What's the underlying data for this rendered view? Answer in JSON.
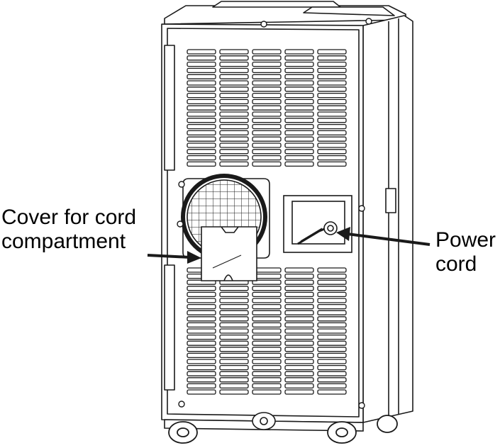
{
  "labels": {
    "cover_for_cord_compartment": [
      "Cover for cord",
      "compartment"
    ],
    "power_cord": [
      "Power",
      "cord"
    ]
  },
  "colors": {
    "line": "#1a1a1a",
    "fill": "#ffffff",
    "background": "#ffffff"
  }
}
